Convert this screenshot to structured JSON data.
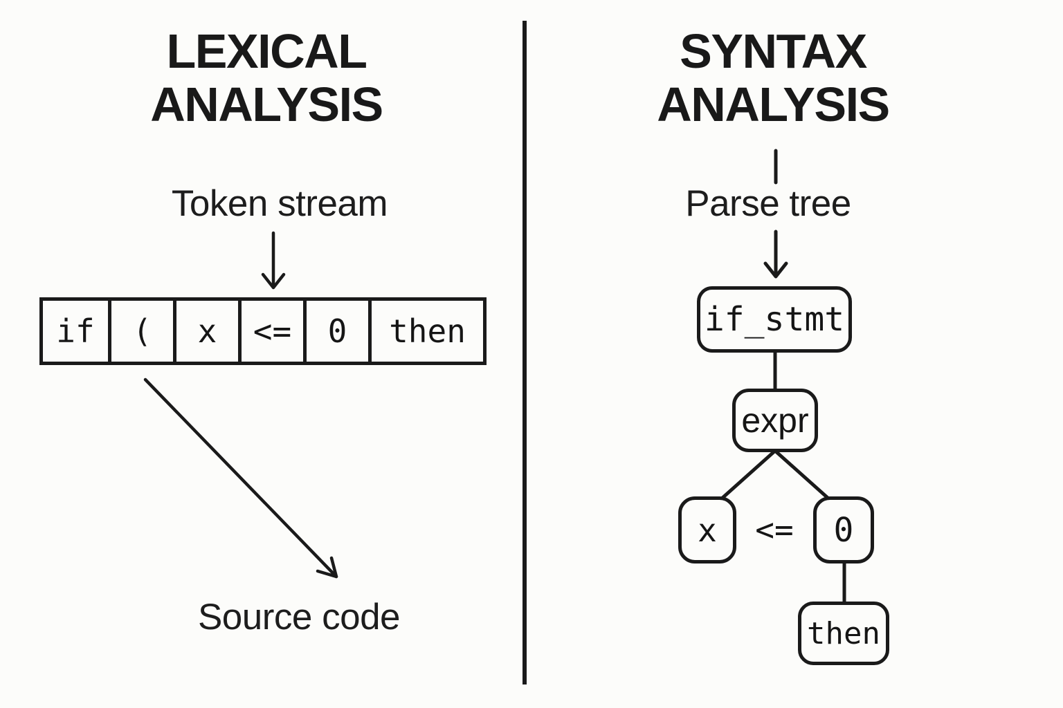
{
  "left_panel": {
    "title": "LEXICAL\nANALYSIS",
    "token_stream_label": "Token stream",
    "tokens": [
      "if",
      "(",
      "x",
      "<=",
      "0",
      "then"
    ],
    "source_code_label": "Source code"
  },
  "right_panel": {
    "title": "SYNTAX\nANALYSIS",
    "parse_tree_label": "Parse tree",
    "parse_tree": {
      "root": "if_stmt",
      "child": "expr",
      "left_operand": "x",
      "operator": "<=",
      "right_operand": "0",
      "keyword": "then"
    }
  },
  "colors": {
    "ink": "#1a1a1a",
    "background": "#fcfcfa"
  }
}
